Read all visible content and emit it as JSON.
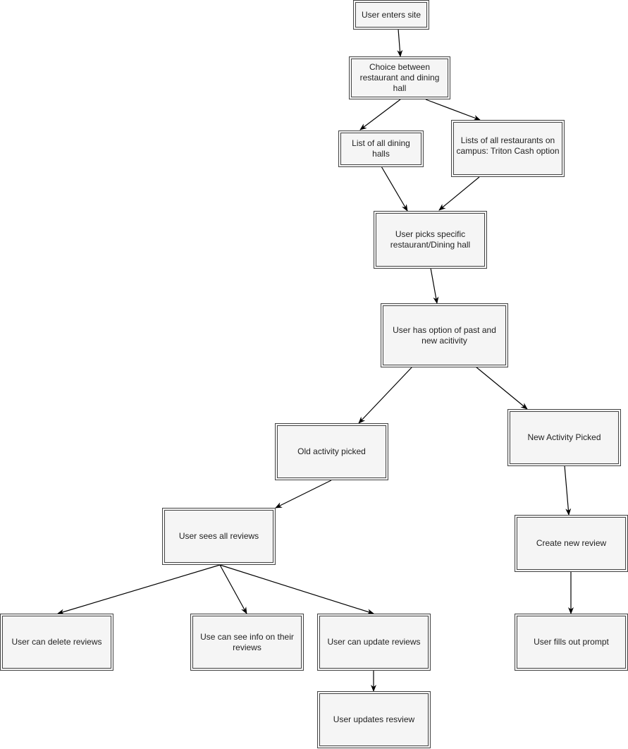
{
  "nodes": {
    "enter_site": "User enters site",
    "choice": "Choice between restaurant and dining hall",
    "dining_halls": "List of all dining halls",
    "restaurants": "Lists of all restaurants on campus: Triton Cash option",
    "pick_specific": "User picks specific restaurant/Dining hall",
    "option_activity": "User has option of past and new acitivity",
    "old_activity": "Old activity picked",
    "new_activity": "New Activity Picked",
    "see_reviews": "User sees all reviews",
    "create_review": "Create new review",
    "delete_reviews": "User can delete reviews",
    "see_info": "Use can see info on their reviews",
    "update_reviews": "User can update reviews",
    "fill_prompt": "User fills out prompt",
    "updates_review": "User updates resview"
  }
}
